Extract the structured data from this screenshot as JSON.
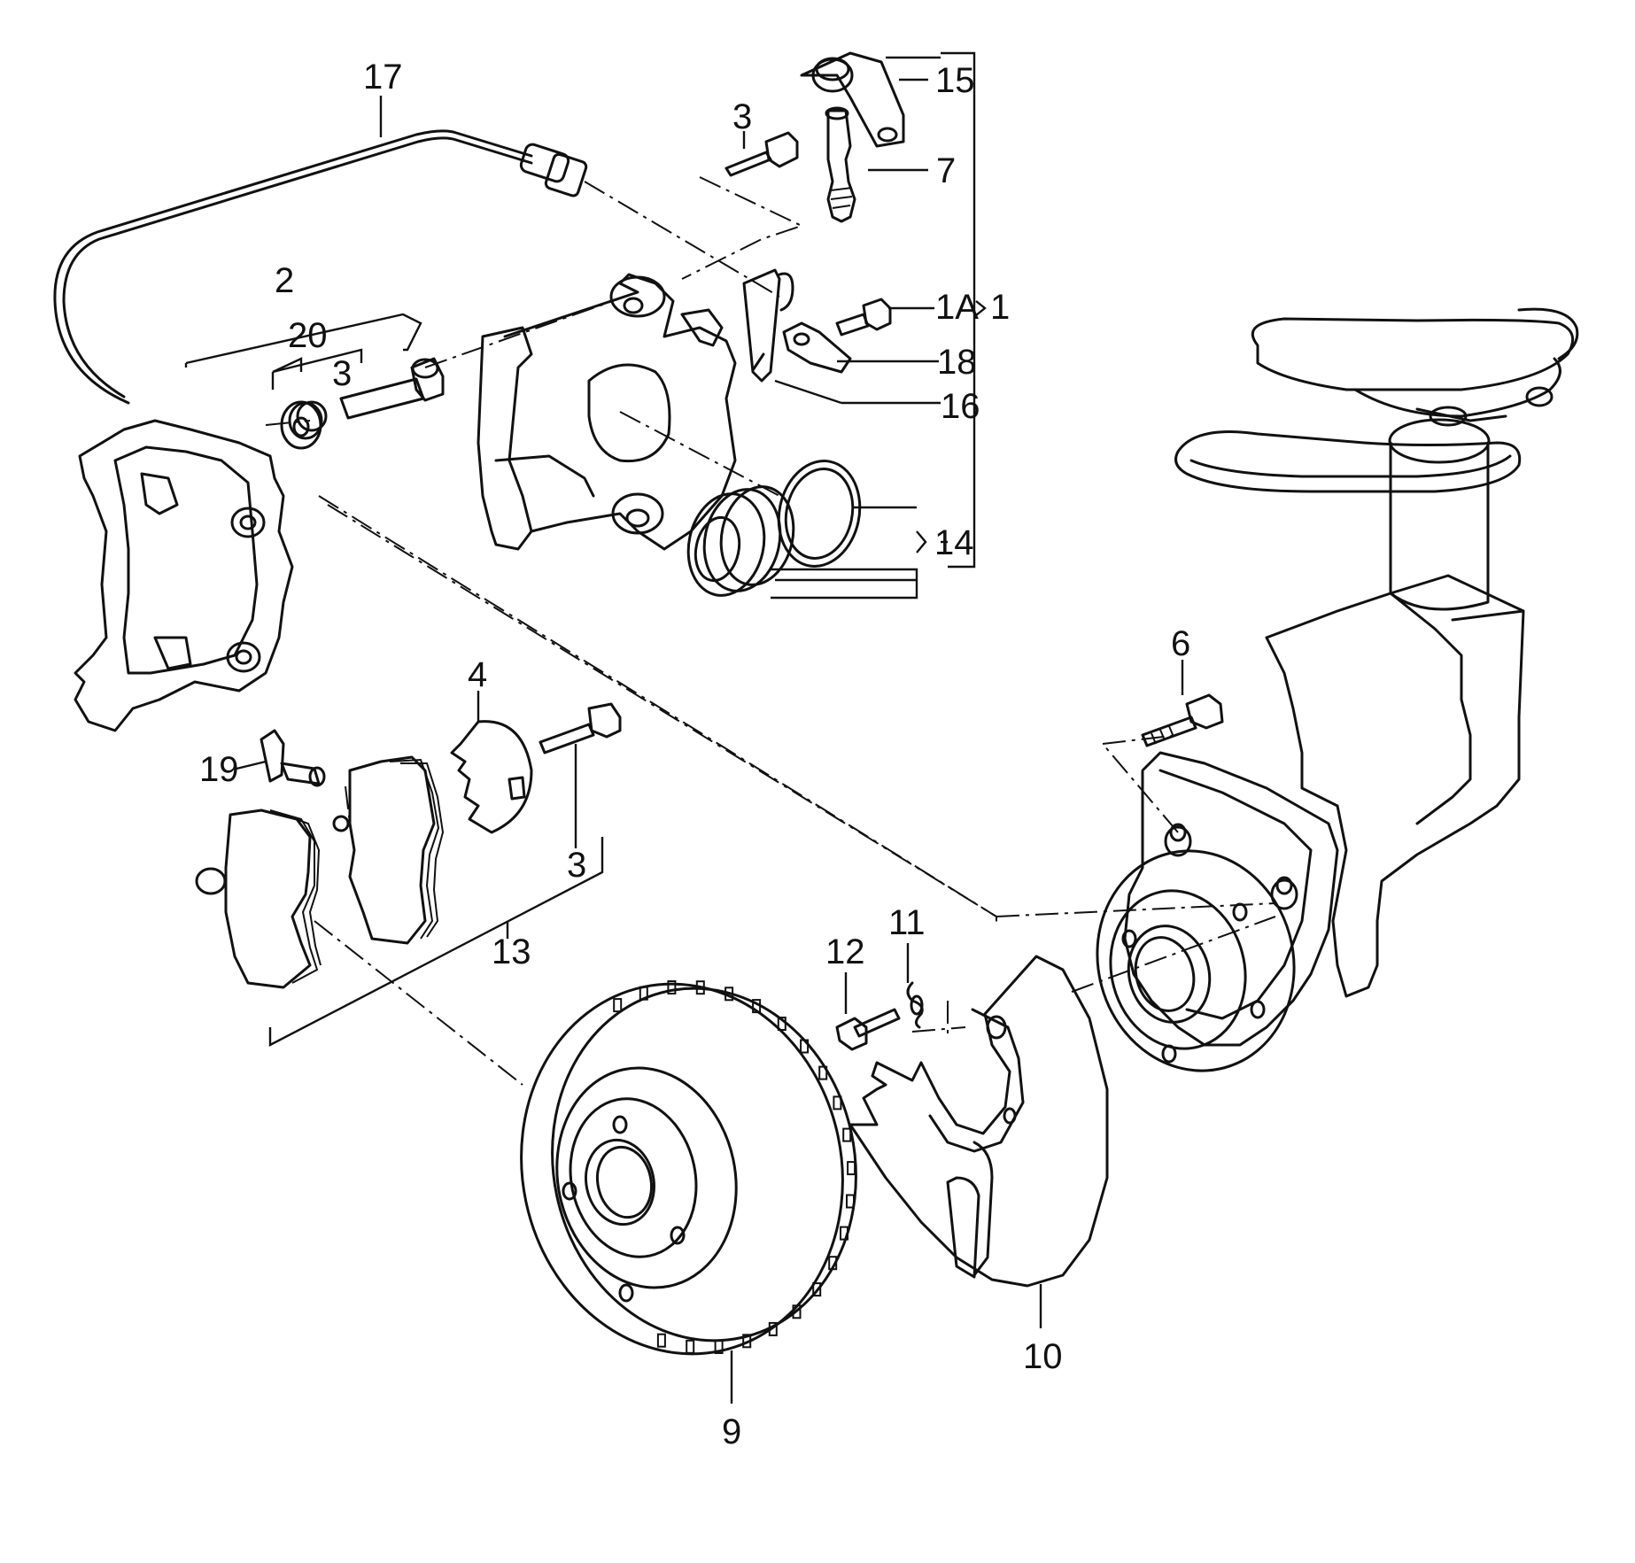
{
  "labels": {
    "l1": "1",
    "l1a": "1A",
    "l2": "2",
    "l3_top": "3",
    "l3_mid": "3",
    "l3_low": "3",
    "l4": "4",
    "l6": "6",
    "l7": "7",
    "l9": "9",
    "l10": "10",
    "l11": "11",
    "l12": "12",
    "l13": "13",
    "l14": "14",
    "l15": "15",
    "l16": "16",
    "l17": "17",
    "l18": "18",
    "l19": "19",
    "l20": "20"
  }
}
